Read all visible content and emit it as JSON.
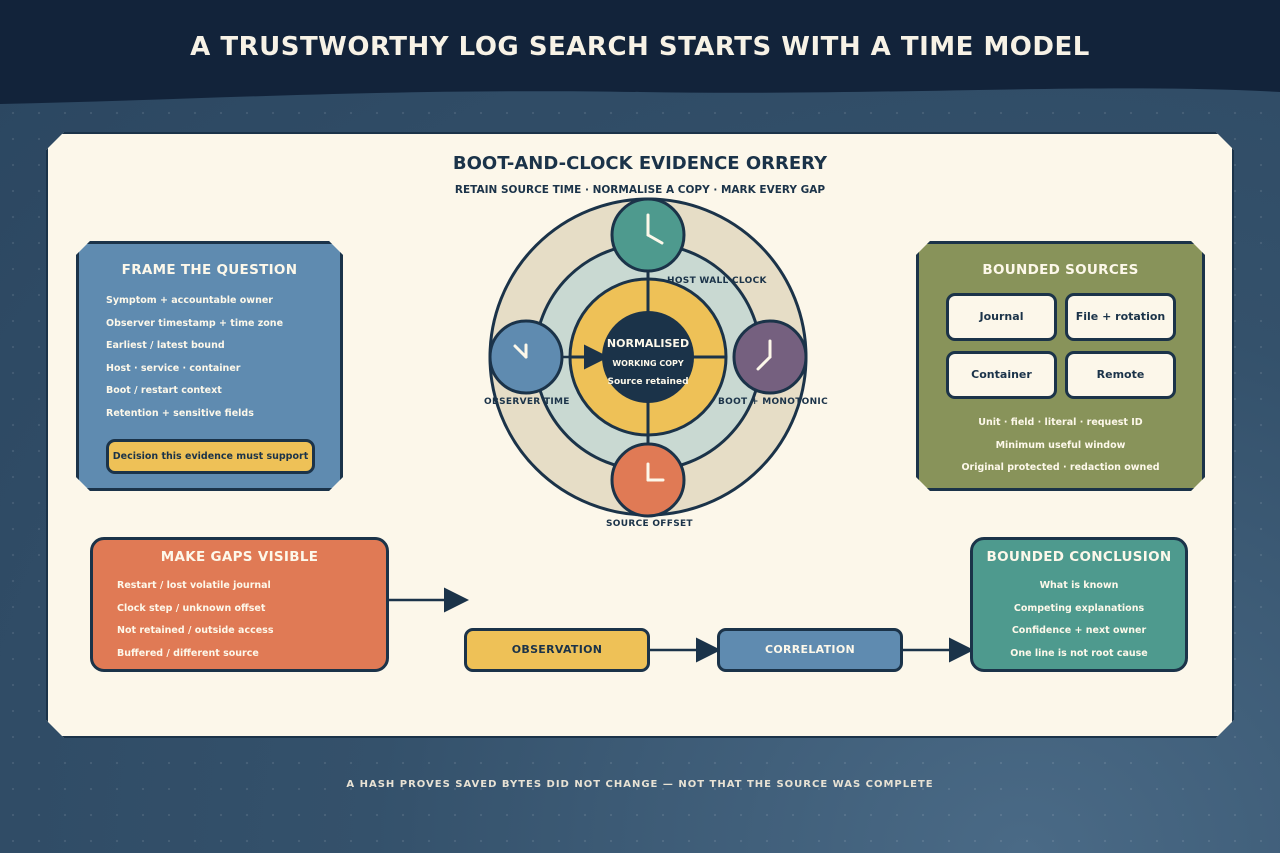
{
  "title": "A TRUSTWORTHY LOG SEARCH STARTS WITH A TIME MODEL",
  "footer": "A HASH PROVES SAVED BYTES DID NOT CHANGE — NOT THAT THE SOURCE WAS COMPLETE",
  "orrery": {
    "title": "BOOT-AND-CLOCK EVIDENCE ORRERY",
    "subtitle": "RETAIN SOURCE TIME · NORMALISE A COPY · MARK EVERY GAP",
    "center": {
      "title": "NORMALISED",
      "line1": "WORKING COPY",
      "line2": "Source retained"
    },
    "labels": {
      "top": "HOST WALL CLOCK",
      "left": "OBSERVER TIME",
      "right": "BOOT + MONOTONIC",
      "bottom": "SOURCE OFFSET"
    },
    "colors": {
      "top": "#4e9a8e",
      "left": "#5f8bb0",
      "right": "#75607f",
      "bottom": "#e07a55",
      "ring": "#eec157"
    }
  },
  "frame_question": {
    "title": "FRAME THE QUESTION",
    "items": [
      "Symptom + accountable owner",
      "Observer timestamp + time zone",
      "Earliest / latest bound",
      "Host · service · container",
      "Boot / restart context",
      "Retention + sensitive fields"
    ],
    "decision": "Decision this evidence must support"
  },
  "bounded_sources": {
    "title": "BOUNDED SOURCES",
    "sources": [
      "Journal",
      "File + rotation",
      "Container",
      "Remote"
    ],
    "notes": [
      "Unit · field · literal · request ID",
      "Minimum useful window",
      "Original protected · redaction owned"
    ]
  },
  "make_gaps": {
    "title": "MAKE GAPS VISIBLE",
    "items": [
      "Restart / lost volatile journal",
      "Clock step / unknown offset",
      "Not retained / outside access",
      "Buffered / different source"
    ]
  },
  "flow": {
    "observation": "OBSERVATION",
    "correlation": "CORRELATION"
  },
  "conclusion": {
    "title": "BOUNDED CONCLUSION",
    "items": [
      "What is known",
      "Competing explanations",
      "Confidence + next owner",
      "One line is not root cause"
    ]
  }
}
